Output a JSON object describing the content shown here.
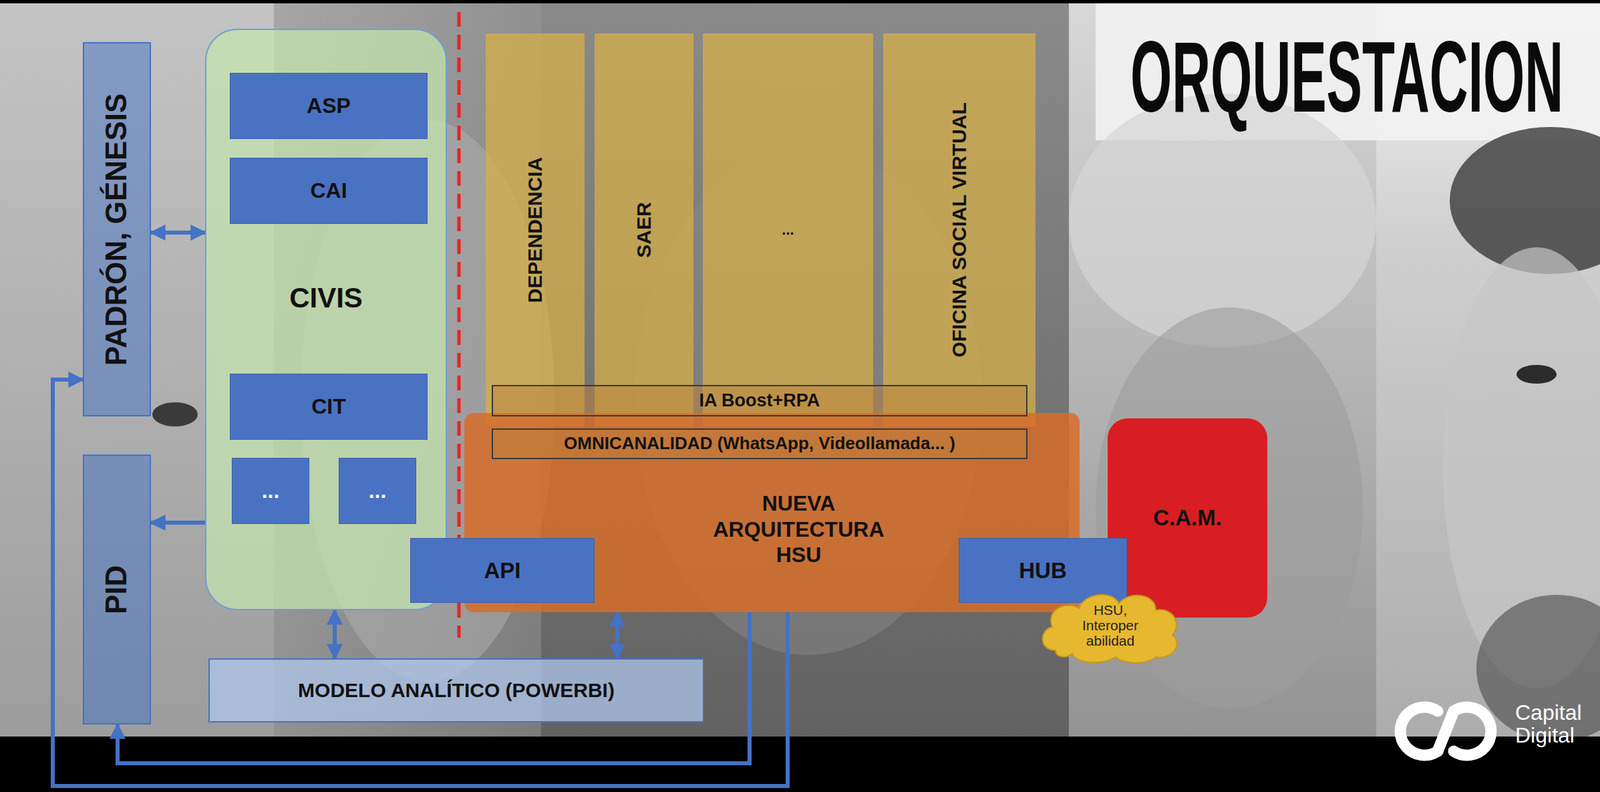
{
  "diagram": {
    "title": "ORQUESTACION",
    "nodes": [
      {
        "text": [
          "PADRÓN, GÉNESIS"
        ]
      },
      {
        "text": [
          "CIVIS"
        ]
      },
      {
        "text": [
          "ASP"
        ],
        "in": 1
      },
      {
        "text": [
          "CAI"
        ],
        "in": 1
      },
      {
        "text": [
          "CIT"
        ],
        "in": 1
      },
      {
        "text": [
          "..."
        ],
        "in": 1
      },
      {
        "text": [
          "..."
        ],
        "in": 1
      },
      {
        "text": [
          "DEPENDENCIA"
        ]
      },
      {
        "text": [
          "SAER"
        ]
      },
      {
        "text": [
          "..."
        ]
      },
      {
        "text": [
          "OFICINA SOCIAL VIRTUAL"
        ]
      },
      {
        "text": [
          "IA Boost+RPA"
        ]
      },
      {
        "text": [
          "NUEVA ARQUITECTURA HSU"
        ]
      },
      {
        "text": [
          "OMNICANALIDAD (WhatsApp, Videollamada... )"
        ],
        "in": 12
      },
      {
        "text": [
          "API"
        ]
      },
      {
        "text": [
          "HUB"
        ]
      },
      {
        "text": [
          "C.A.M."
        ]
      },
      {
        "text": [
          "HSU, Interoper abilidad"
        ]
      },
      {
        "text": [
          "PID"
        ]
      },
      {
        "text": [
          "MODELO ANALÍTICO (POWERBI)"
        ]
      }
    ],
    "edges": [
      {
        "from": 0,
        "to": 1,
        "arrow": "both"
      },
      {
        "from": 1,
        "to": 18,
        "arrow": "to"
      },
      {
        "from": 1,
        "to": 19,
        "arrow": "both"
      },
      {
        "from": 12,
        "to": 19,
        "arrow": "both"
      },
      {
        "from": 12,
        "to": 18,
        "arrow": "to"
      },
      {
        "from": 12,
        "to": 0,
        "arrow": "to"
      }
    ],
    "labels": [
      "Capital Digital"
    ]
  }
}
